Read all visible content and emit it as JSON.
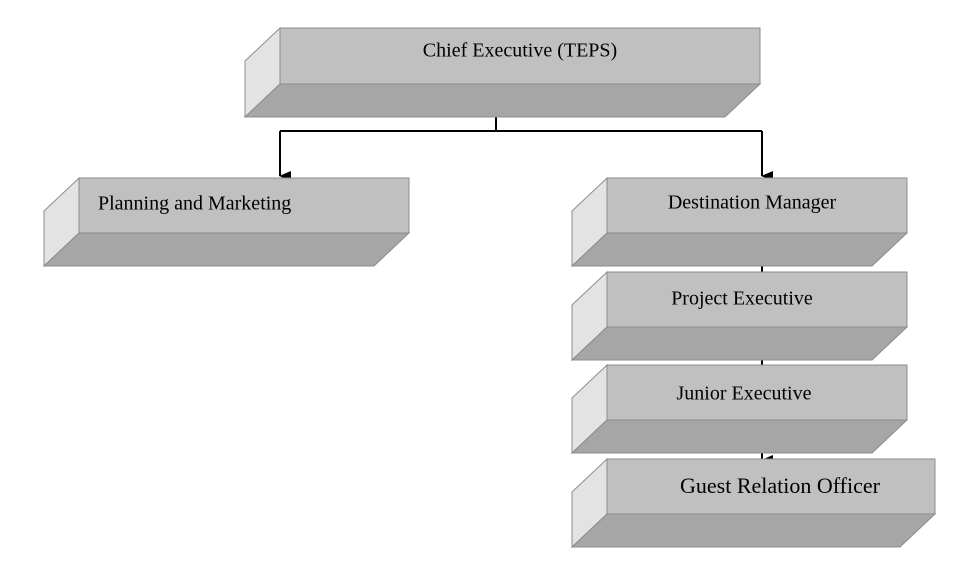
{
  "chart_data": {
    "type": "org-chart",
    "root": "Chief Executive (TEPS)",
    "children": [
      {
        "label": "Planning and Marketing",
        "reports": []
      },
      {
        "label": "Destination Manager",
        "reports": [
          "Project Executive",
          "Junior Executive",
          "Guest Relation Officer"
        ]
      }
    ]
  },
  "nodes": {
    "chief": "Chief Executive (TEPS)",
    "planning": "Planning and Marketing",
    "destination": "Destination Manager",
    "project": "Project Executive",
    "junior": "Junior Executive",
    "guest": "Guest Relation Officer"
  },
  "colors": {
    "front": "#c0c0c0",
    "top": "#a6a6a6",
    "side": "#e3e3e3",
    "edge": "#8c8c8c",
    "line": "#000000"
  }
}
